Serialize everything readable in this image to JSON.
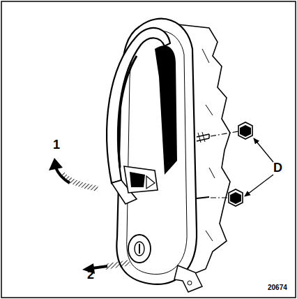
{
  "diagram": {
    "labels": [
      "1",
      "2",
      "D",
      "20674"
    ]
  }
}
